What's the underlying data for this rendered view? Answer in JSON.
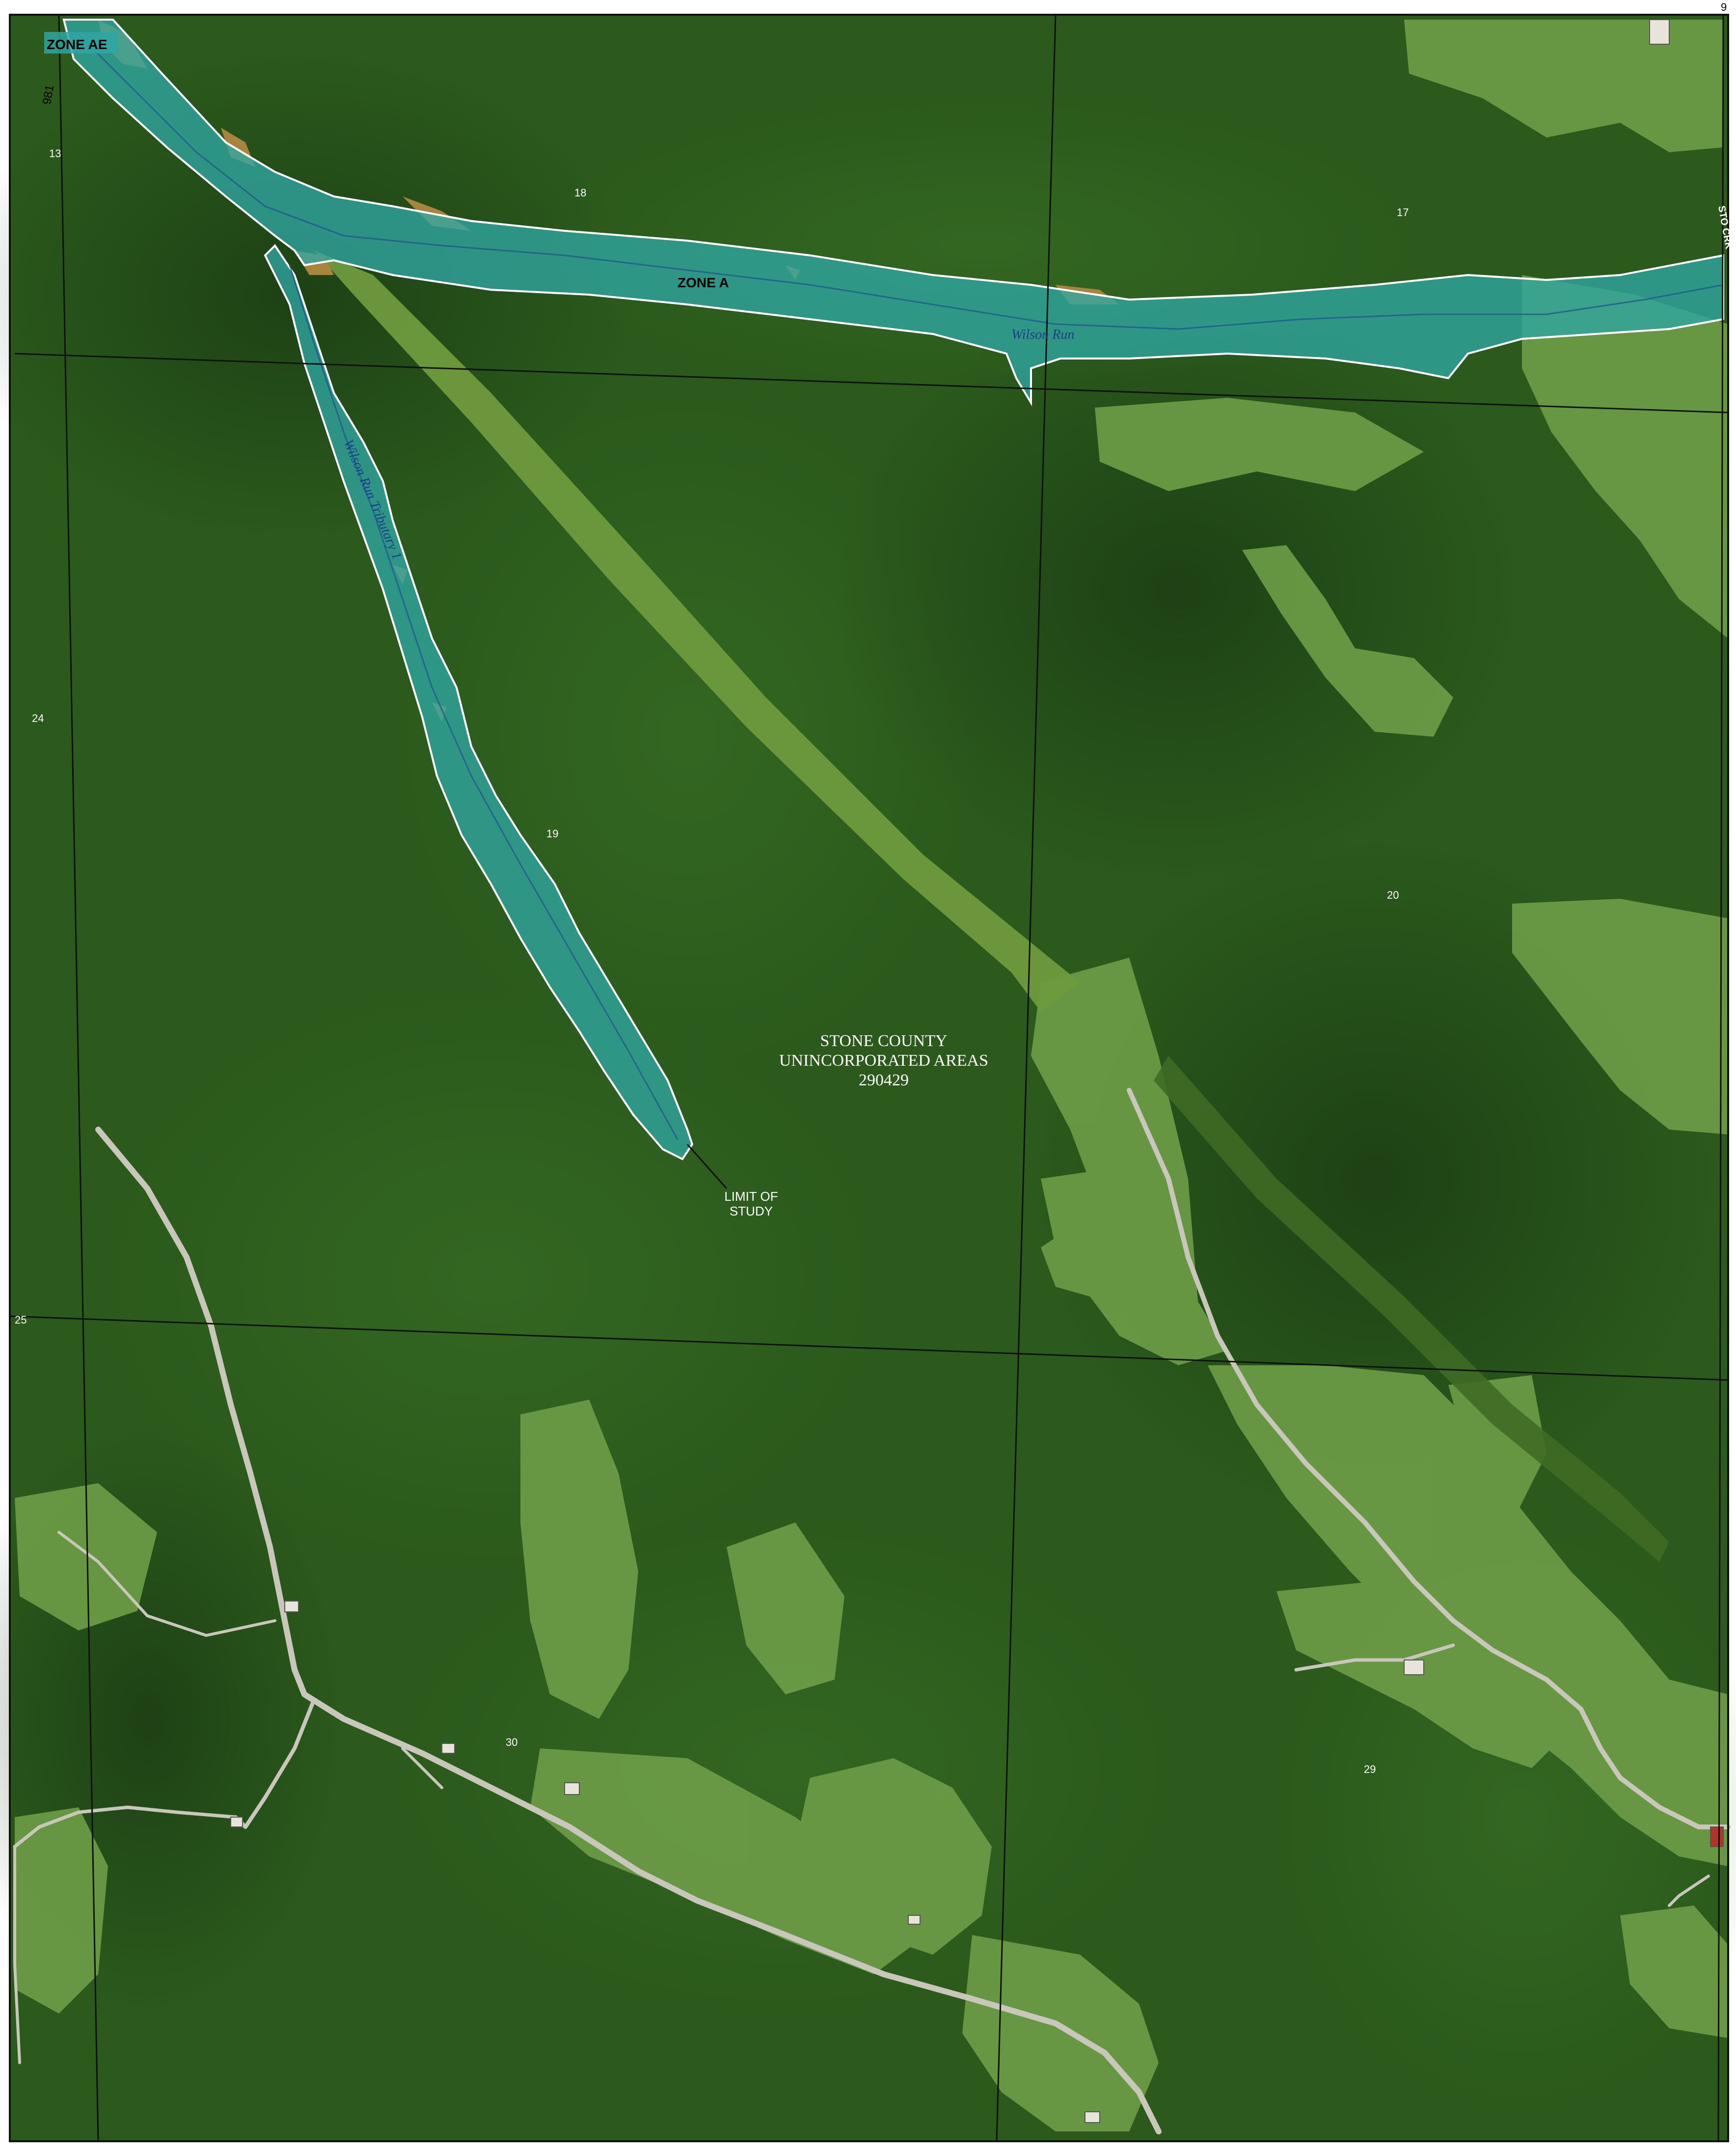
{
  "map": {
    "community": {
      "line1": "STONE COUNTY",
      "line2": "UNINCORPORATED AREAS",
      "line3": "290429"
    },
    "zones": {
      "zone_ae": "ZONE AE",
      "zone_a": "ZONE A"
    },
    "streams": {
      "main": "Wilson Run",
      "tributary": "Wilson Run Tributary 1"
    },
    "limit_of_study": {
      "line1": "LIMIT OF",
      "line2": "STUDY"
    },
    "bfe_label": "981",
    "sections": {
      "s13": "13",
      "s17": "17",
      "s18": "18",
      "s19": "19",
      "s20": "20",
      "s24": "24",
      "s25": "25",
      "s29": "29",
      "s30": "30"
    },
    "corner_label": "9",
    "edge_road_label": "STO CRK",
    "colors": {
      "floodplain": "#2fa6a3",
      "forest": "#2b5a1c",
      "pasture": "#6d9c47",
      "road": "#c9c6bc",
      "shaded_zone_x": "#a8843f",
      "section_line": "#111111"
    }
  }
}
